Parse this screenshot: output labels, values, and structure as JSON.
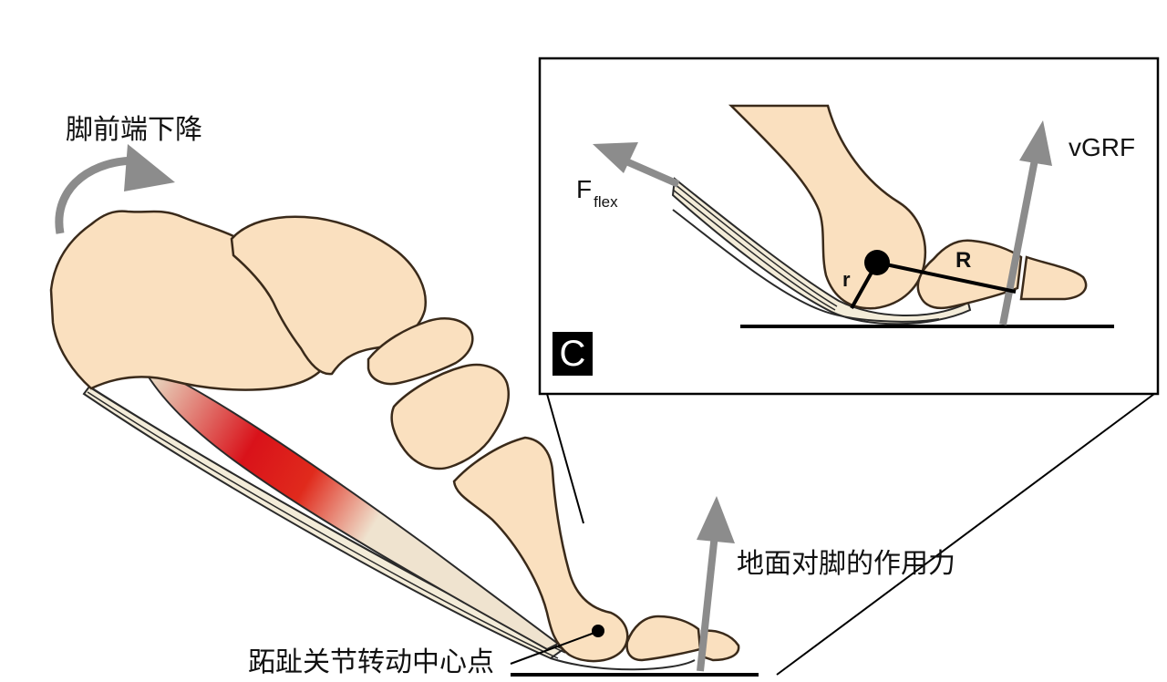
{
  "labels": {
    "forefoot_lowering": "脚前端下降",
    "ground_reaction_force": "地面对脚的作用力",
    "mtp_rotation_center": "跖趾关节转动中心点",
    "vgrf": "vGRF",
    "fflex_main": "F",
    "fflex_sub": "flex",
    "moment_arm_big": "R",
    "moment_arm_small": "r",
    "panel_letter": "C"
  },
  "colors": {
    "bone_fill": "#fae0bf",
    "bone_outline": "#3a2a1a",
    "arrow_gray": "#8c8c8c",
    "muscle_red": "#d9121a",
    "tendon_cream": "#f3ecd9",
    "ink": "#000000"
  }
}
